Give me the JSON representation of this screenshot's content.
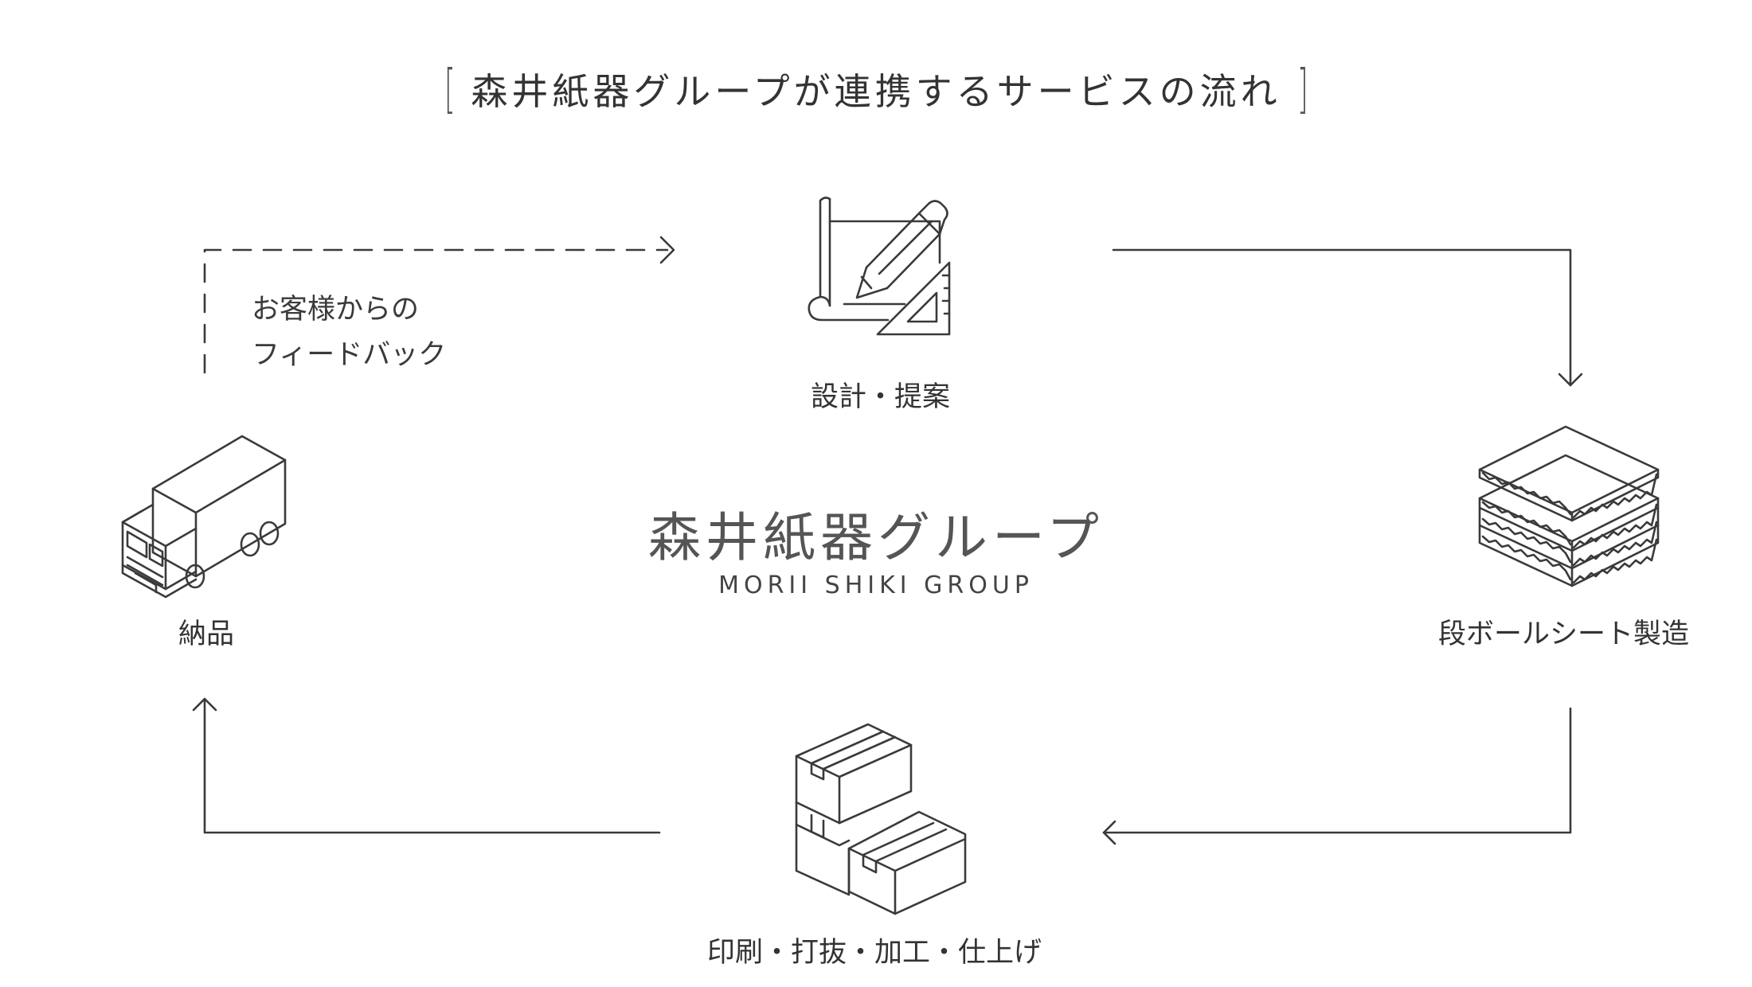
{
  "header": {
    "title": "森井紙器グループが連携するサービスの流れ",
    "bracket_open": "[",
    "bracket_close": "]"
  },
  "center": {
    "title": "森井紙器グループ",
    "subtitle": "MORII SHIKI GROUP"
  },
  "steps": [
    {
      "id": "design",
      "label": "設計・提案",
      "icon": "blueprint-pencil-ruler-icon"
    },
    {
      "id": "sheet",
      "label": "段ボールシート製造",
      "icon": "corrugated-sheets-icon"
    },
    {
      "id": "print",
      "label": "印刷・打抜・加工・仕上げ",
      "icon": "stacked-boxes-icon"
    },
    {
      "id": "deliver",
      "label": "納品",
      "icon": "delivery-truck-icon"
    }
  ],
  "feedback": {
    "line1": "お客様からの",
    "line2": "フィードバック"
  },
  "colors": {
    "line": "#3a3a3a",
    "text": "#333333",
    "background": "#ffffff"
  }
}
